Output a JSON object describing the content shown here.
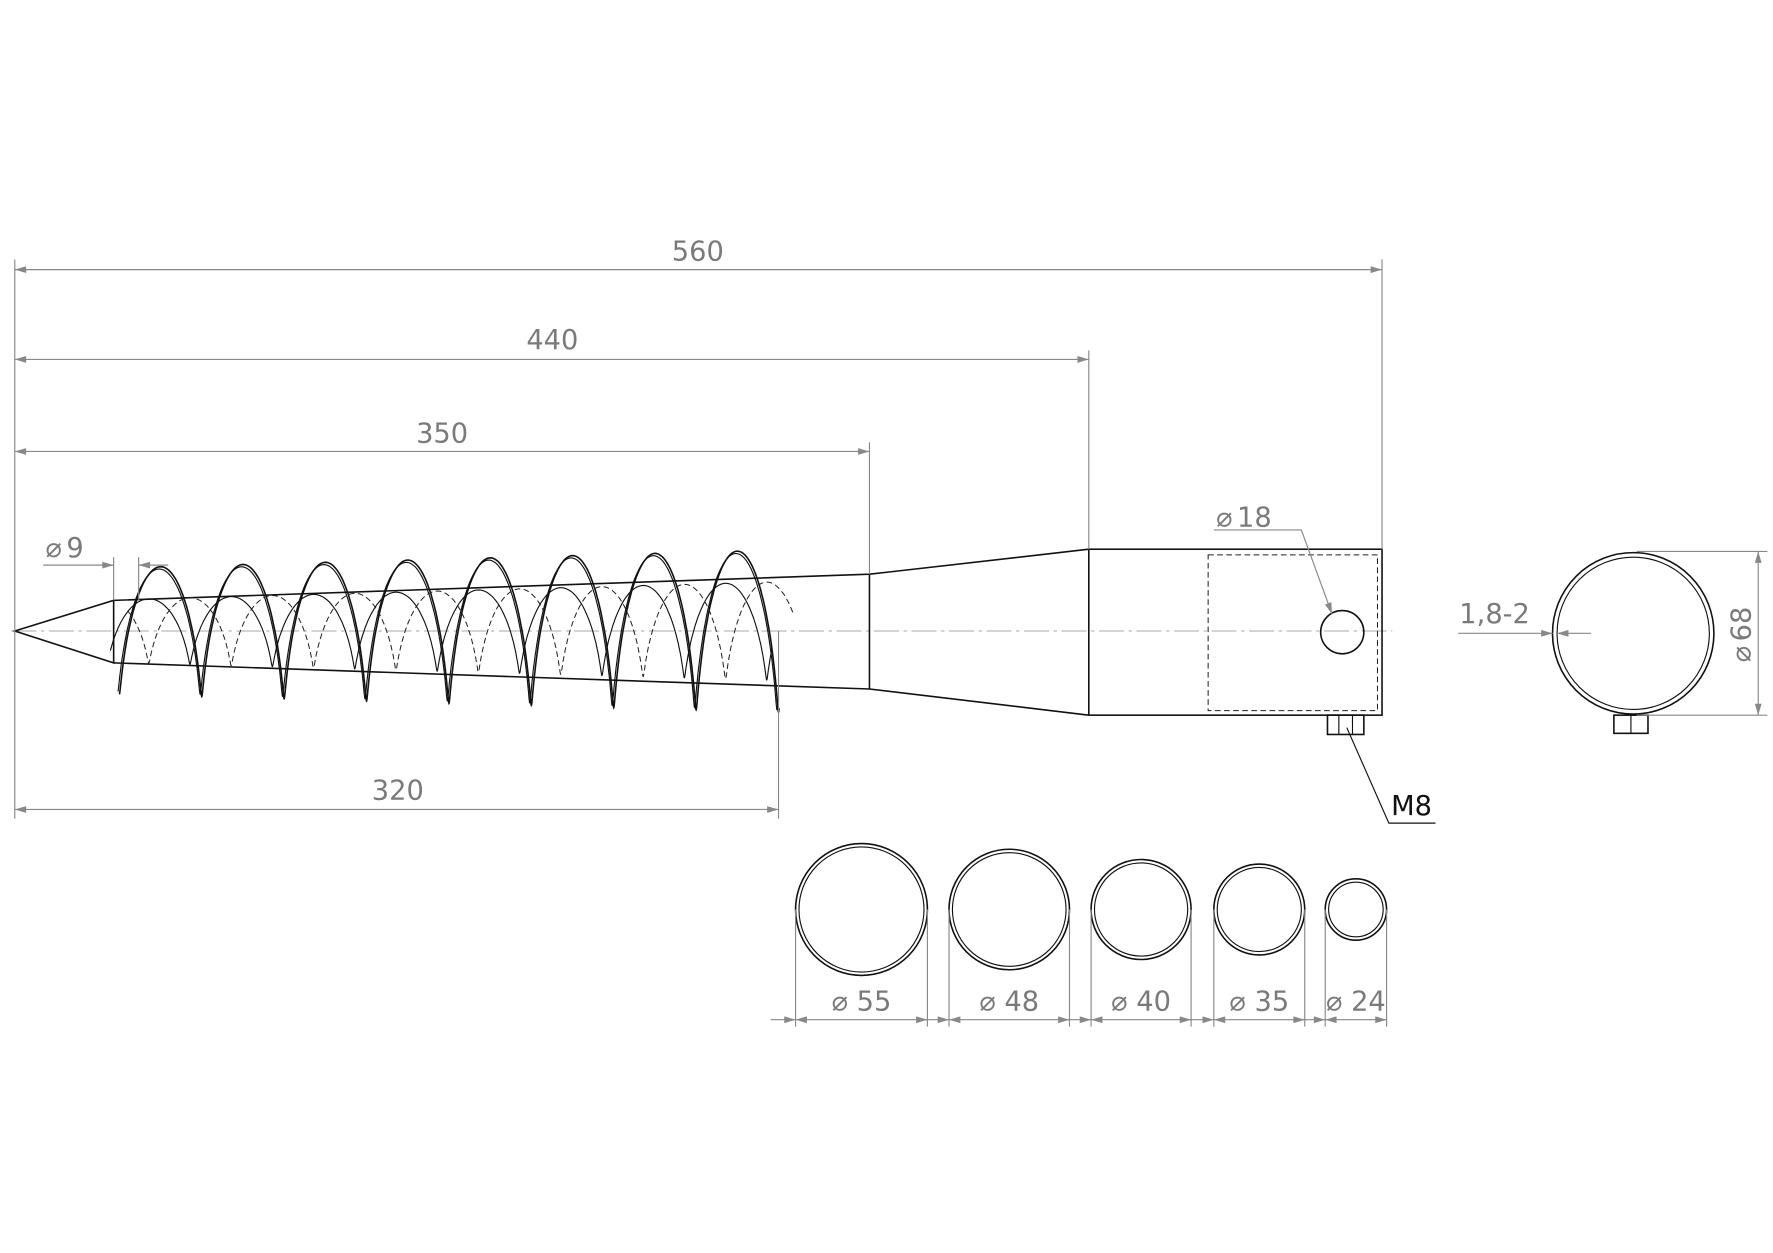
{
  "dimensions": {
    "overall_length": "560",
    "to_tube_start": "440",
    "to_taper_start": "350",
    "thread_length": "320",
    "tip_diameter": "9",
    "hole_diameter": "18",
    "tube_diameter": "68",
    "wall_thickness": "1,8-2",
    "bolt": "M8"
  },
  "diameter_symbol": "⌀",
  "tube_sizes": [
    {
      "label": "55"
    },
    {
      "label": "48"
    },
    {
      "label": "40"
    },
    {
      "label": "35"
    },
    {
      "label": "24"
    }
  ]
}
